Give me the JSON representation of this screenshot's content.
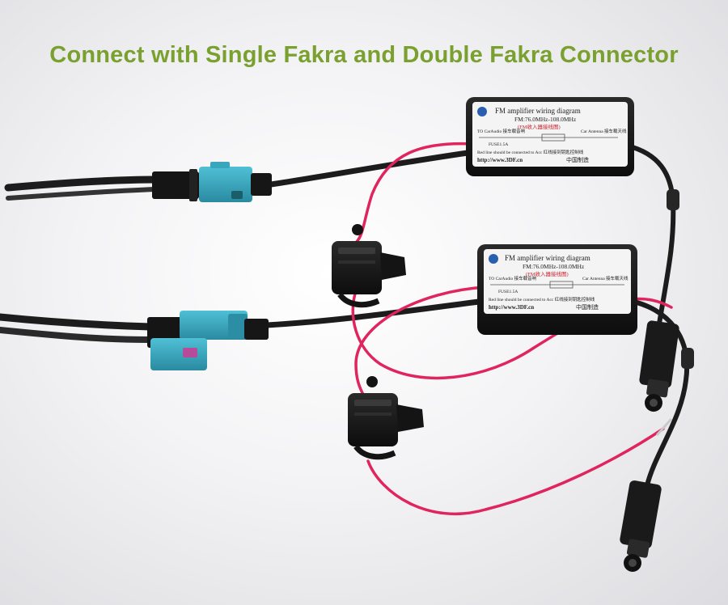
{
  "title": "Connect with Single Fakra and Double Fakra Connector",
  "colors": {
    "title": "#7aa02f",
    "fakra": "#3aa6bd",
    "fakra_key": "#b84a9a",
    "cable": "#1c1c1c",
    "red_wire": "#e0245e",
    "label_bg": "#f4f4f4"
  },
  "amplifiers": [
    {
      "heading": "FM amplifier wiring diagram",
      "range": "FM:76.0MHz-108.0MHz",
      "red_note": "(FM收入器接线图)",
      "to_car_audio": "TO CarAudio 接车载音响",
      "car_antenna": "Car Antenna 接车载天线",
      "fuse": "FUSE1.5A",
      "acc_line": "Red line should be connected to Acc 红线接到钥匙控制线",
      "url": "http://www.3DF.cn",
      "made_in": "中国制造"
    },
    {
      "heading": "FM amplifier wiring diagram",
      "range": "FM:76.0MHz-108.0MHz",
      "red_note": "(FM收入器接线图)",
      "to_car_audio": "TO CarAudio 接车载音响",
      "car_antenna": "Car Antenna 接车载天线",
      "fuse": "FUSE1.5A",
      "acc_line": "Red line should be connected to Acc 红线接到钥匙控制线",
      "url": "http://www.3DF.cn",
      "made_in": "中国制造"
    }
  ]
}
